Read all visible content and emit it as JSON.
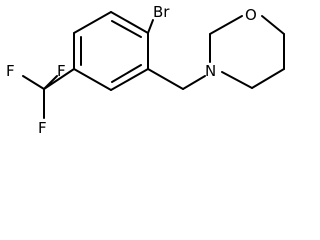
{
  "molecule": {
    "atoms": {
      "bromine": "Br",
      "oxygen": "O",
      "nitrogen": "N",
      "fluorine_top_left": "F",
      "fluorine_top_right": "F",
      "fluorine_bottom": "F"
    }
  }
}
